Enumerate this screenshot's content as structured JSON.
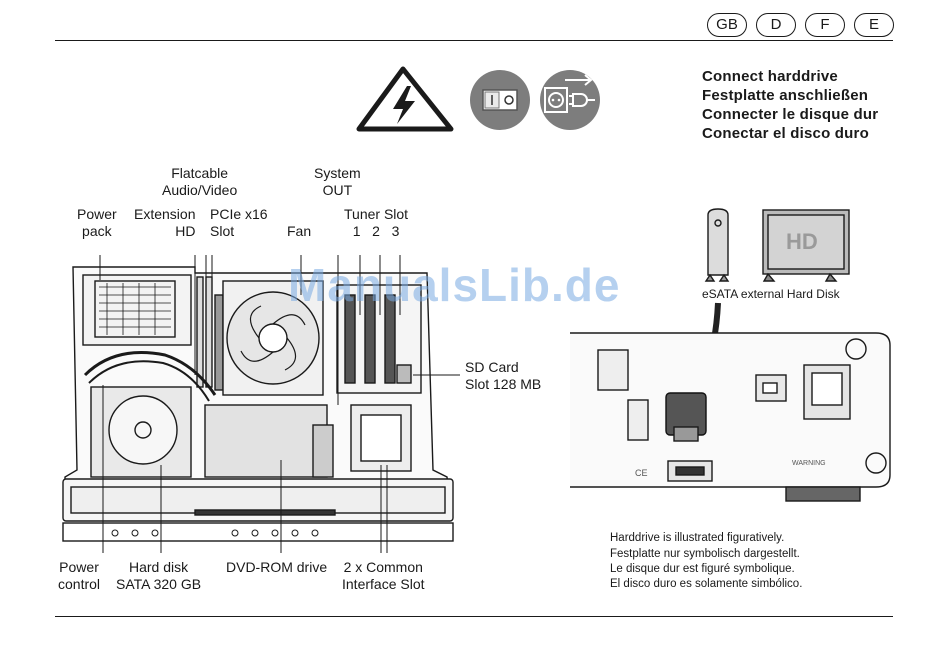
{
  "header": {
    "languages": [
      "GB",
      "D",
      "F",
      "E"
    ]
  },
  "titles": [
    "Connect harddrive",
    "Festplatte anschließen",
    "Connecter le disque dur",
    "Conectar el disco duro"
  ],
  "labels": {
    "flatcable_1": "Flatcable",
    "flatcable_2": "Audio/Video",
    "system_out_1": "System",
    "system_out_2": "OUT",
    "power_pack_1": "Power",
    "power_pack_2": "pack",
    "extension_1": "Extension",
    "extension_2": "HD",
    "pcie_1": "PCIe x16",
    "pcie_2": "Slot",
    "fan": "Fan",
    "tuner_1": "Tuner Slot",
    "tuner_2": "1   2   3",
    "sd_1": "SD Card",
    "sd_2": "Slot 128 MB",
    "power_control_1": "Power",
    "power_control_2": "control",
    "hard_disk_1": "Hard disk",
    "hard_disk_2": "SATA 320 GB",
    "dvd": "DVD-ROM drive",
    "ci_1": "2 x Common",
    "ci_2": "Interface Slot",
    "esata": "eSATA external Hard Disk",
    "hd_box": "HD"
  },
  "notes": [
    "Harddrive is illustrated figuratively.",
    "Festplatte nur symbolisch dargestellt.",
    "Le disque dur est figuré symbolique.",
    "El disco duro es solamente simbólico."
  ],
  "watermark": "ManualsLib.de",
  "device_marks": {
    "back_label": "WARNING",
    "cert": "CE"
  }
}
